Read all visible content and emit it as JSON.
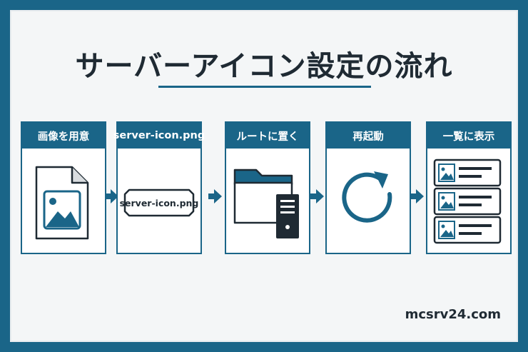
{
  "title": "サーバーアイコン設定の流れ",
  "steps": [
    {
      "label": "画像を用意",
      "icon": "image-file-icon"
    },
    {
      "label": "server-icon.png",
      "icon": "filename-tag-icon",
      "filename": "server-icon.png"
    },
    {
      "label": "ルートに置く",
      "icon": "folder-server-icon"
    },
    {
      "label": "再起動",
      "icon": "restart-icon"
    },
    {
      "label": "一覧に表示",
      "icon": "server-list-icon"
    }
  ],
  "footer": "mcsrv24.com",
  "colors": {
    "accent": "#1a6588",
    "text": "#1f2a33",
    "background": "#f4f6f7"
  }
}
